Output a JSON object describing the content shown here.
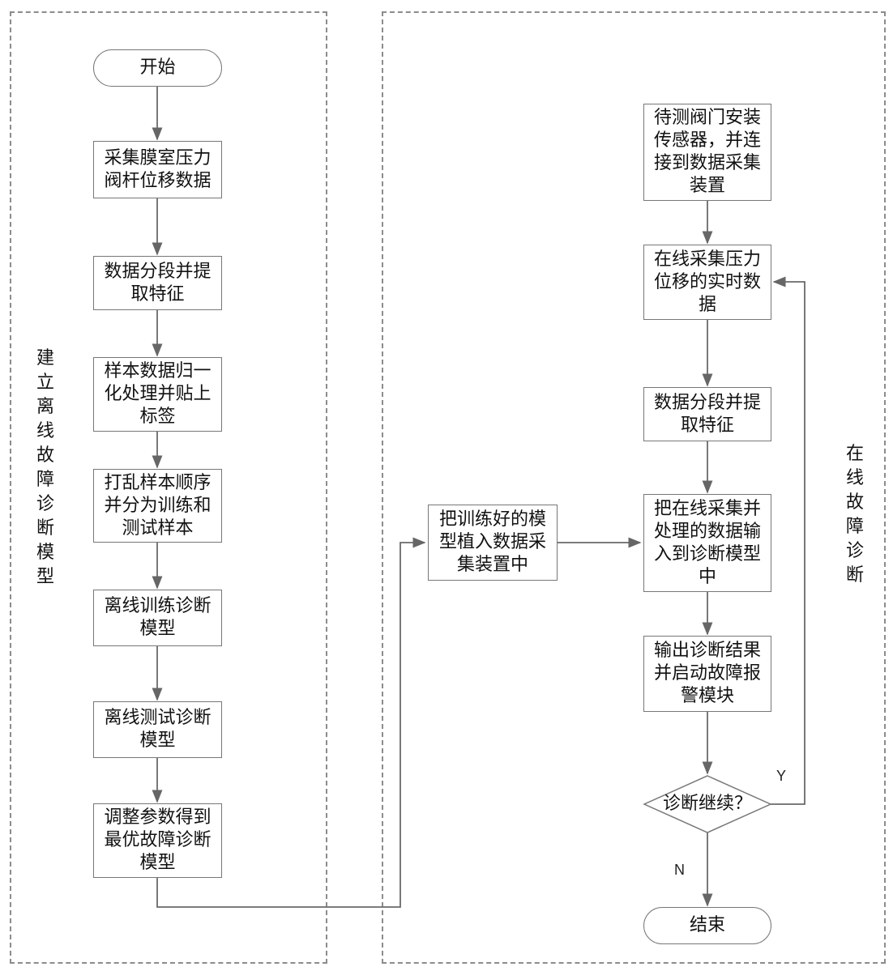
{
  "regions": {
    "offline_label": "建立离线故障诊断模型",
    "online_label": "在线故障诊断"
  },
  "offline": {
    "start": "开始",
    "step1": "采集膜室压力阀杆位移数据",
    "step2": "数据分段并提取特征",
    "step3": "样本数据归一化处理并贴上标签",
    "step4": "打乱样本顺序并分为训练和测试样本",
    "step5": "离线训练诊断模型",
    "step6": "离线测试诊断模型",
    "step7": "调整参数得到最优故障诊断模型"
  },
  "bridge": {
    "embed": "把训练好的模型植入数据采集装置中"
  },
  "online": {
    "step1": "待测阀门安装传感器，并连接到数据采集装置",
    "step2": "在线采集压力位移的实时数据",
    "step3": "数据分段并提取特征",
    "step4": "把在线采集并处理的数据输入到诊断模型中",
    "step5": "输出诊断结果并启动故障报警模块",
    "decision": "诊断继续？",
    "yes": "Y",
    "no": "N",
    "end": "结束"
  }
}
